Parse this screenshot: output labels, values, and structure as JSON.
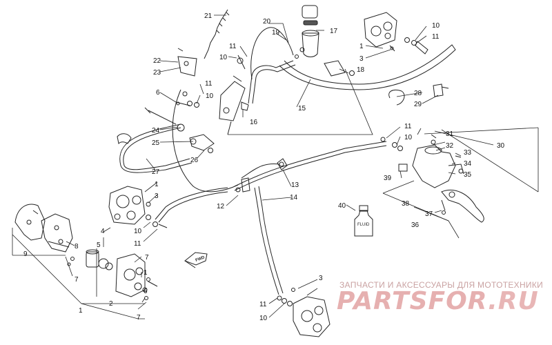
{
  "callouts": {
    "c1a": "1",
    "c1b": "1",
    "c1c": "1",
    "c1d": "1",
    "c2": "2",
    "c3a": "3",
    "c3b": "3",
    "c3c": "3",
    "c4": "4",
    "c5": "5",
    "c6a": "6",
    "c6b": "6",
    "c7a": "7",
    "c7b": "7",
    "c7c": "7",
    "c8": "8",
    "c9": "9",
    "c10a": "10",
    "c10b": "10",
    "c10c": "10",
    "c10d": "10",
    "c10e": "10",
    "c10f": "10",
    "c11a": "11",
    "c11b": "11",
    "c11c": "11",
    "c11d": "11",
    "c11e": "11",
    "c11f": "11",
    "c12": "12",
    "c13": "13",
    "c14": "14",
    "c15": "15",
    "c16": "16",
    "c17": "17",
    "c18": "18",
    "c19": "19",
    "c20": "20",
    "c21": "21",
    "c22": "22",
    "c23": "23",
    "c24": "24",
    "c25": "25",
    "c26": "26",
    "c27": "27",
    "c28": "28",
    "c29": "29",
    "c30": "30",
    "c31": "31",
    "c32": "32",
    "c33": "33",
    "c34": "34",
    "c35": "35",
    "c36": "36",
    "c37": "37",
    "c38": "38",
    "c39": "39",
    "c40": "40"
  },
  "fluid_label": "FLUID",
  "fwd_label": "FWD",
  "watermark": {
    "tagline": "ЗАПЧАСТИ И АКСЕССУАРЫ ДЛЯ МОТОТЕХНИКИ",
    "brand_main": "PARTSFOR",
    "brand_tld": ".RU"
  },
  "colors": {
    "line": "#222222",
    "watermark": "#e6b0b0"
  }
}
